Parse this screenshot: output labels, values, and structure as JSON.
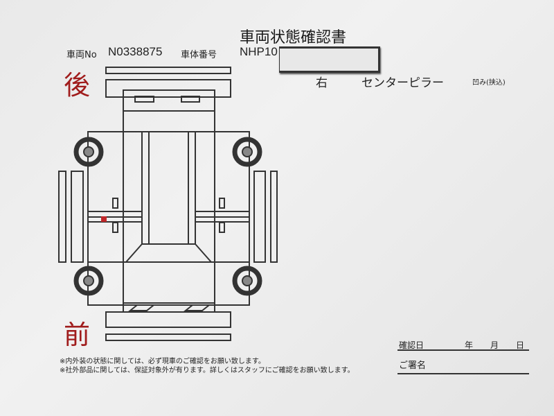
{
  "document": {
    "title": "車両状態確認書",
    "vehicle_no_label": "車両No",
    "vehicle_no": "N0338875",
    "chassis_no_label": "車体番号",
    "chassis_no": "NHP10",
    "rear_label": "後",
    "front_label": "前",
    "damage": {
      "side": "右",
      "part": "センターピラー",
      "type": "凹み(挟込)"
    },
    "notes": [
      "※内外装の状態に関しては、必ず現車のご確認をお願い致します。",
      "※社外部品に関しては、保証対象外が有ります。詳しくはスタッフにご確認をお願い致します。"
    ],
    "confirm_date_label": "確認日",
    "year_label": "年",
    "month_label": "月",
    "day_label": "日",
    "signature_label": "ご署名",
    "damage_mark_color": "#c0282a"
  }
}
